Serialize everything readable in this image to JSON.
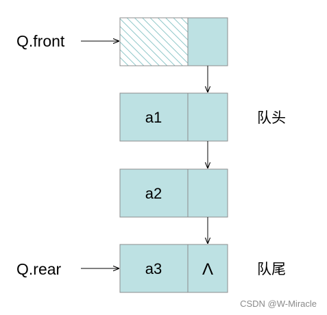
{
  "colors": {
    "node_fill": "#bde1e3",
    "node_stroke": "#8c8c8c",
    "hatch": "#8ec7c9",
    "arrow": "#000000",
    "watermark": "#8a8a8a"
  },
  "pointers": {
    "front": "Q.front",
    "rear": "Q.rear"
  },
  "nodes": [
    {
      "value": "",
      "next": "",
      "head_node": true
    },
    {
      "value": "a1",
      "next": ""
    },
    {
      "value": "a2",
      "next": ""
    },
    {
      "value": "a3",
      "next": "Λ"
    }
  ],
  "labels": {
    "queue_head": "队头",
    "queue_tail": "队尾"
  },
  "watermark": "CSDN @W-Miracle"
}
